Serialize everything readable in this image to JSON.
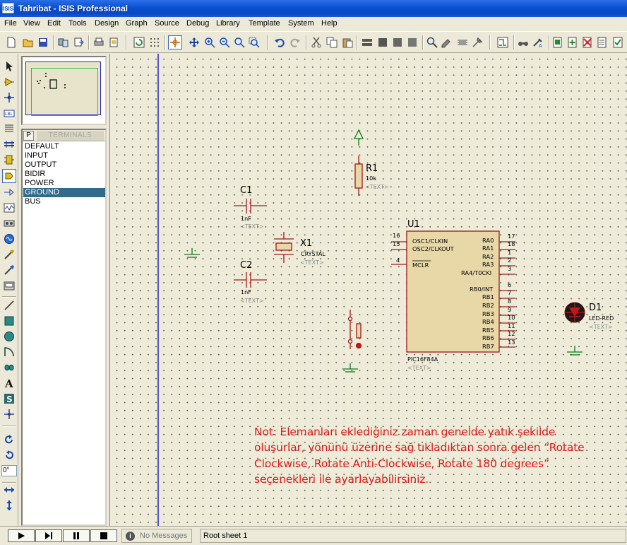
{
  "window": {
    "title": "Tahribat - ISIS Professional",
    "app_icon_text": "ISIS"
  },
  "menu": [
    "File",
    "View",
    "Edit",
    "Tools",
    "Design",
    "Graph",
    "Source",
    "Debug",
    "Library",
    "Template",
    "System",
    "Help"
  ],
  "toolbar": {
    "icons": [
      "new-file-icon",
      "open-folder-icon",
      "save-icon",
      "import-icon",
      "export-icon",
      "print-icon",
      "print-area-icon",
      "refresh-icon",
      "grid-icon",
      "origin-icon",
      "pan-icon",
      "zoom-in-icon",
      "zoom-out-icon",
      "zoom-all-icon",
      "zoom-area-icon",
      "undo-icon",
      "redo-icon",
      "cut-icon",
      "copy-icon",
      "paste-icon",
      "block-copy-icon",
      "block-move-icon",
      "block-rotate-icon",
      "block-delete-icon",
      "pick-device-icon",
      "make-device-icon",
      "package-tool-icon",
      "decompose-icon",
      "wire-autorouter-icon",
      "search-tag-icon",
      "property-assign-icon",
      "new-sheet-icon",
      "add-sheet-icon",
      "remove-sheet-icon",
      "bom-icon",
      "electrical-check-icon"
    ]
  },
  "left_tools": {
    "icons": [
      "selection-icon",
      "component-icon",
      "junction-icon",
      "wire-label-icon",
      "text-script-icon",
      "bus-icon",
      "subcircuit-icon",
      "terminal-icon",
      "device-pin-icon",
      "graph-icon",
      "tape-recorder-icon",
      "generator-icon",
      "voltage-probe-icon",
      "current-probe-icon",
      "virtual-instrument-icon",
      "line-icon",
      "box-icon",
      "circle-icon",
      "arc-icon",
      "path-icon",
      "text-icon",
      "symbol-icon",
      "marker-icon",
      "rotate-cw-icon",
      "rotate-ccw-icon",
      "mirror-h-icon",
      "mirror-v-icon"
    ],
    "rotation_value": "0°"
  },
  "device_panel": {
    "mode_button": "P",
    "title": "TERMINALS",
    "items": [
      "DEFAULT",
      "INPUT",
      "OUTPUT",
      "BIDIR",
      "POWER",
      "GROUND",
      "BUS"
    ],
    "selected": "GROUND"
  },
  "schematic": {
    "r1": {
      "ref": "R1",
      "value": "10k",
      "text": "<TEXT>"
    },
    "c1": {
      "ref": "C1",
      "value": "1nF",
      "text": "<TEXT>"
    },
    "c2": {
      "ref": "C2",
      "value": "1nF",
      "text": "<TEXT>"
    },
    "x1": {
      "ref": "X1",
      "value": "CRYSTAL",
      "text": "<TEXT>"
    },
    "u1": {
      "ref": "U1",
      "part": "PIC16F84A",
      "text": "<TEXT>",
      "left_pins": [
        {
          "num": "16",
          "name": "OSC1/CLKIN"
        },
        {
          "num": "15",
          "name": "OSC2/CLKOUT"
        },
        {
          "num": "4",
          "name": "MCLR"
        }
      ],
      "right_pins": [
        {
          "num": "17",
          "name": "RA0"
        },
        {
          "num": "18",
          "name": "RA1"
        },
        {
          "num": "1",
          "name": "RA2"
        },
        {
          "num": "2",
          "name": "RA3"
        },
        {
          "num": "3",
          "name": "RA4/T0CKI"
        },
        {
          "num": "6",
          "name": "RB0/INT"
        },
        {
          "num": "7",
          "name": "RB1"
        },
        {
          "num": "8",
          "name": "RB2"
        },
        {
          "num": "9",
          "name": "RB3"
        },
        {
          "num": "10",
          "name": "RB4"
        },
        {
          "num": "11",
          "name": "RB5"
        },
        {
          "num": "12",
          "name": "RB6"
        },
        {
          "num": "13",
          "name": "RB7"
        }
      ]
    },
    "d1": {
      "ref": "D1",
      "value": "LED-RED",
      "text": "<TEXT>"
    }
  },
  "note": {
    "line1": "Not: Elemanları eklediğiniz zaman  genelde yatık şekilde",
    "line2": "oluşurlar, yönünü üzerine sağ tıkladıktan sonra gelen “Rotate",
    "line3": "Clockwise, Rotate Anti-Clockwise, Rotate 180 degrees”",
    "line4": "seçenekleri ile ayarlayabilirsiniz.",
    "color": "#e01818"
  },
  "status": {
    "sim_buttons": [
      "play-icon",
      "step-icon",
      "pause-icon",
      "stop-icon"
    ],
    "messages": "No Messages",
    "sheet": "Root sheet 1"
  },
  "colors": {
    "schematic_red": "#a01818",
    "grid_bg": "#eeecd8",
    "selection_blue": "#316a8a",
    "titlebar": "#0a4fd0"
  }
}
